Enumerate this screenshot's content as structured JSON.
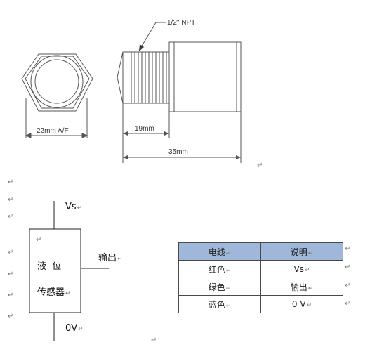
{
  "mechanical": {
    "thread_label": "1/2\" NPT",
    "hex_dim": "22mm A/F",
    "thread_len_dim": "19mm",
    "total_len_dim": "35mm"
  },
  "schematic": {
    "vs_label": "Vs",
    "gnd_label": "0V",
    "output_label": "输出",
    "sensor_line1": "液  位",
    "sensor_line2": "传感器"
  },
  "paragraph_mark": "↵",
  "table": {
    "headers": [
      "电线",
      "说明"
    ],
    "rows": [
      [
        "红色",
        "Vs"
      ],
      [
        "绿色",
        "输出"
      ],
      [
        "蓝色",
        "0 V"
      ]
    ]
  }
}
